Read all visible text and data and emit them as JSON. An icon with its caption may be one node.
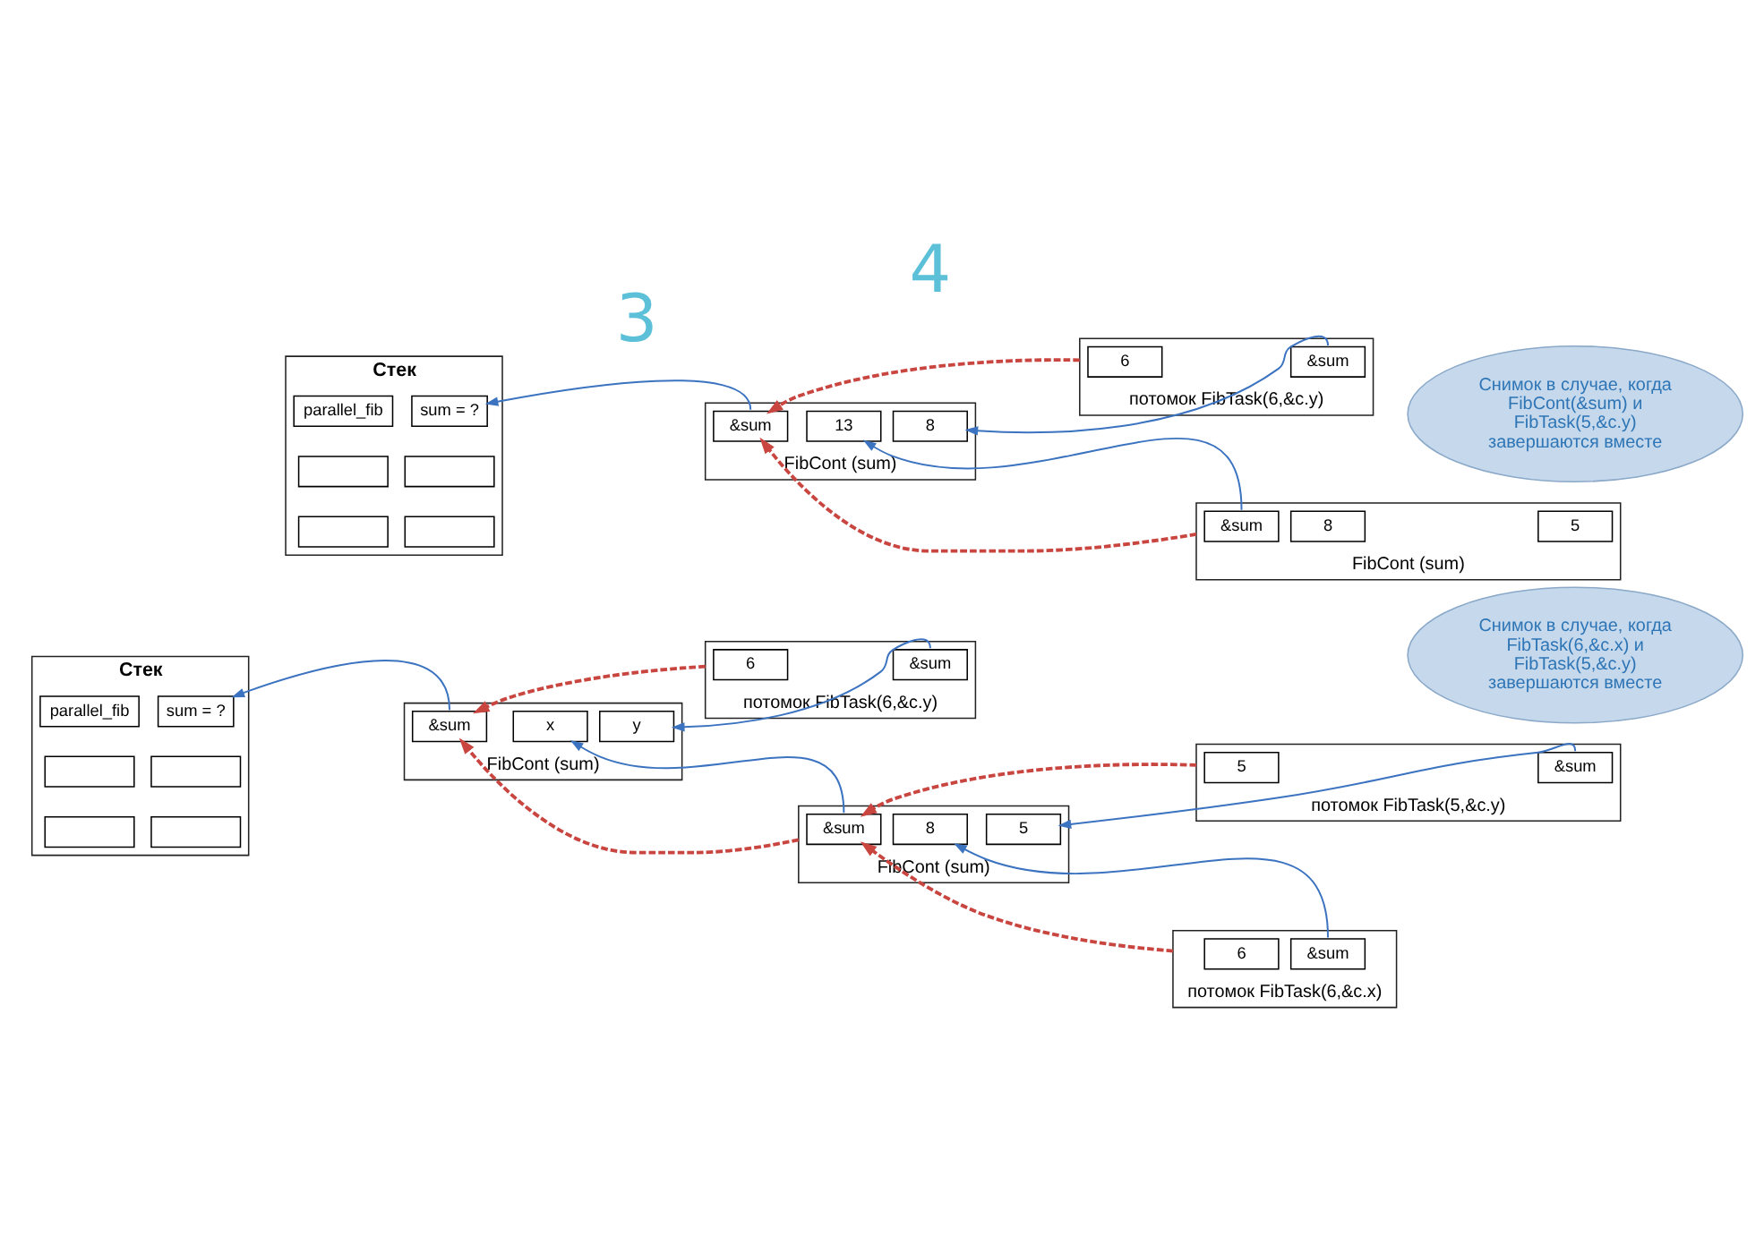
{
  "diagram": {
    "nodes": [
      {
        "text": [
          "Стек"
        ]
      },
      {
        "text": [
          "parallel_fib"
        ],
        "in": 0
      },
      {
        "text": [
          "sum = ?"
        ],
        "in": 0
      },
      {
        "text": [],
        "shape": "box",
        "in": 0
      },
      {
        "text": [],
        "shape": "box",
        "in": 0
      },
      {
        "text": [],
        "shape": "box",
        "in": 0
      },
      {
        "text": [],
        "shape": "box",
        "in": 0
      },
      {
        "text": [
          "FibCont (sum)"
        ]
      },
      {
        "text": [
          "&sum"
        ],
        "in": 7
      },
      {
        "text": [
          "x"
        ],
        "in": 7
      },
      {
        "text": [
          "y"
        ],
        "in": 7
      },
      {
        "text": [
          "FibCont (sum)"
        ]
      },
      {
        "text": [
          "&sum"
        ],
        "in": 11
      },
      {
        "text": [
          "8"
        ],
        "in": 11
      },
      {
        "text": [
          "5"
        ],
        "in": 11
      },
      {
        "text": [
          "потомок FibTask(6,&c.y)"
        ]
      },
      {
        "text": [
          "6"
        ],
        "in": 15
      },
      {
        "text": [
          "&sum"
        ],
        "in": 15
      },
      {
        "text": [
          "потомок FibTask(6,&c.x)"
        ]
      },
      {
        "text": [
          "6"
        ],
        "in": 18
      },
      {
        "text": [
          "&sum"
        ],
        "in": 18
      },
      {
        "text": [
          "потомок FibTask(5,&c.y)"
        ]
      },
      {
        "text": [
          "5"
        ],
        "in": 21
      },
      {
        "text": [
          "&sum"
        ],
        "in": 21
      },
      {
        "text": [
          "Снимок в случае, когда FibTask(6,&c.x) и FibTask(5,&c.y) завершаются вместе"
        ]
      },
      {
        "text": [
          "Стек"
        ]
      },
      {
        "text": [
          "parallel_fib"
        ],
        "in": 25
      },
      {
        "text": [
          "sum = ?"
        ],
        "in": 25
      },
      {
        "text": [],
        "shape": "box",
        "in": 25
      },
      {
        "text": [],
        "shape": "box",
        "in": 25
      },
      {
        "text": [],
        "shape": "box",
        "in": 25
      },
      {
        "text": [],
        "shape": "box",
        "in": 25
      },
      {
        "text": [
          "FibCont (sum)"
        ]
      },
      {
        "text": [
          "&sum"
        ],
        "in": 32
      },
      {
        "text": [
          "13"
        ],
        "in": 32
      },
      {
        "text": [
          "8"
        ],
        "in": 32
      },
      {
        "text": [
          "FibCont (sum)"
        ]
      },
      {
        "text": [
          "&sum"
        ],
        "in": 36
      },
      {
        "text": [
          "8"
        ],
        "in": 36
      },
      {
        "text": [
          "5"
        ],
        "in": 36
      },
      {
        "text": [
          "потомок FibTask(6,&c.y)"
        ]
      },
      {
        "text": [
          "6"
        ],
        "in": 40
      },
      {
        "text": [
          "&sum"
        ],
        "in": 40
      },
      {
        "text": [
          "Снимок в случае, когда FibCont(&sum) и FibTask(5,&c.y) завершаются вместе"
        ]
      }
    ],
    "edges": [
      {
        "from": 8,
        "to": 2,
        "arrow": "to"
      },
      {
        "from": 11,
        "to": 8,
        "arrow": "to",
        "style": "dashed",
        "color": "#c9453f"
      },
      {
        "from": 15,
        "to": 8,
        "arrow": "to",
        "style": "dashed",
        "color": "#c9453f"
      },
      {
        "from": 12,
        "to": 9,
        "arrow": "to"
      },
      {
        "from": 17,
        "to": 10,
        "arrow": "to"
      },
      {
        "from": 18,
        "to": 12,
        "arrow": "to",
        "style": "dashed",
        "color": "#c9453f"
      },
      {
        "from": 21,
        "to": 12,
        "arrow": "to",
        "style": "dashed",
        "color": "#c9453f"
      },
      {
        "from": 20,
        "to": 13,
        "arrow": "to"
      },
      {
        "from": 23,
        "to": 14,
        "arrow": "to"
      },
      {
        "from": 33,
        "to": 27,
        "arrow": "to"
      },
      {
        "from": 36,
        "to": 33,
        "arrow": "to",
        "style": "dashed",
        "color": "#c9453f"
      },
      {
        "from": 40,
        "to": 33,
        "arrow": "to",
        "style": "dashed",
        "color": "#c9453f"
      },
      {
        "from": 37,
        "to": 34,
        "arrow": "to"
      },
      {
        "from": 42,
        "to": 35,
        "arrow": "to"
      }
    ],
    "labels": [
      "3",
      "4"
    ]
  }
}
